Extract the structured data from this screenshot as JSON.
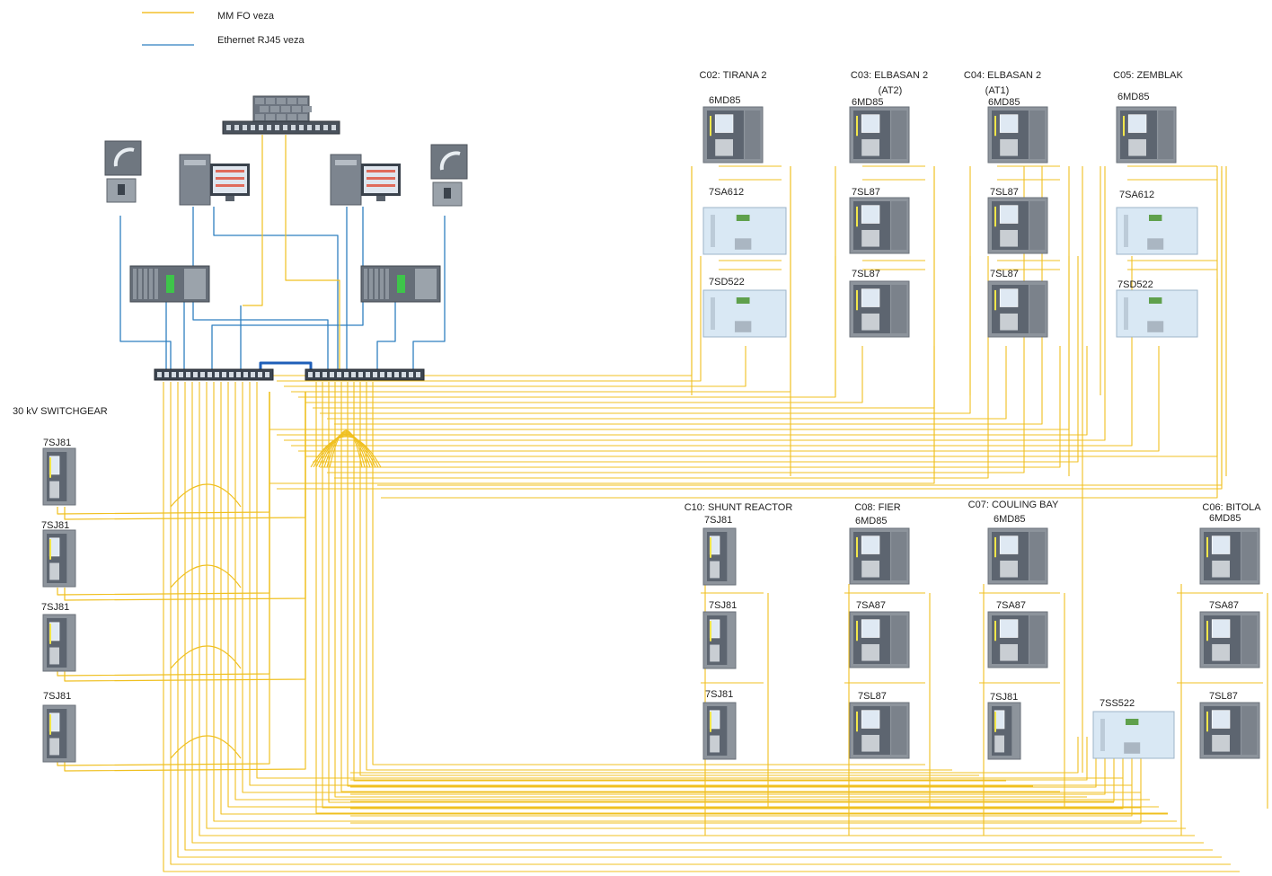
{
  "legend": [
    {
      "label": "MM FO veza",
      "color": "#f0b400"
    },
    {
      "label": "Ethernet RJ45 veza",
      "color": "#2f7fc0"
    }
  ],
  "colors": {
    "fiber": "#f0c020",
    "ethernet": "#2f7fc0",
    "trunk": "#1f5fb8",
    "device_body": "#8d949c",
    "device_panel": "#dfe9f3",
    "device_dark": "#5d6570",
    "relay_light": "#d9e8f4"
  },
  "switchgear_title": "30 kV SWITCHGEAR",
  "switchgear": [
    {
      "label": "7SJ81"
    },
    {
      "label": "7SJ81"
    },
    {
      "label": "7SJ81"
    },
    {
      "label": "7SJ81"
    }
  ],
  "bays_top": [
    {
      "title": "C02: TIRANA 2",
      "subtitle": "",
      "devices": [
        "6MD85",
        "7SA612",
        "7SD522"
      ]
    },
    {
      "title": "C03: ELBASAN 2",
      "subtitle": "(AT2)",
      "devices": [
        "6MD85",
        "7SL87",
        "7SL87"
      ]
    },
    {
      "title": "C04: ELBASAN 2",
      "subtitle": "(AT1)",
      "devices": [
        "6MD85",
        "7SL87",
        "7SL87"
      ]
    },
    {
      "title": "C05: ZEMBLAK",
      "subtitle": "",
      "devices": [
        "6MD85",
        "7SA612",
        "7SD522"
      ]
    }
  ],
  "bays_bottom": [
    {
      "title": "C10: SHUNT REACTOR",
      "devices": [
        "7SJ81",
        "7SJ81",
        "7SJ81"
      ]
    },
    {
      "title": "C08: FIER",
      "devices": [
        "6MD85",
        "7SA87",
        "7SL87"
      ]
    },
    {
      "title": "C07: COULING BAY",
      "devices": [
        "6MD85",
        "7SA87",
        "7SJ81"
      ]
    },
    {
      "title": "C06: BITOLA",
      "devices": [
        "6MD85",
        "7SA87",
        "7SL87"
      ]
    }
  ],
  "extra_device": {
    "label": "7SS522"
  },
  "icons": [
    "gps-antenna-icon",
    "workstation-icon",
    "firewall-icon",
    "plc-rack-icon",
    "network-switch-icon",
    "protection-relay-icon"
  ]
}
